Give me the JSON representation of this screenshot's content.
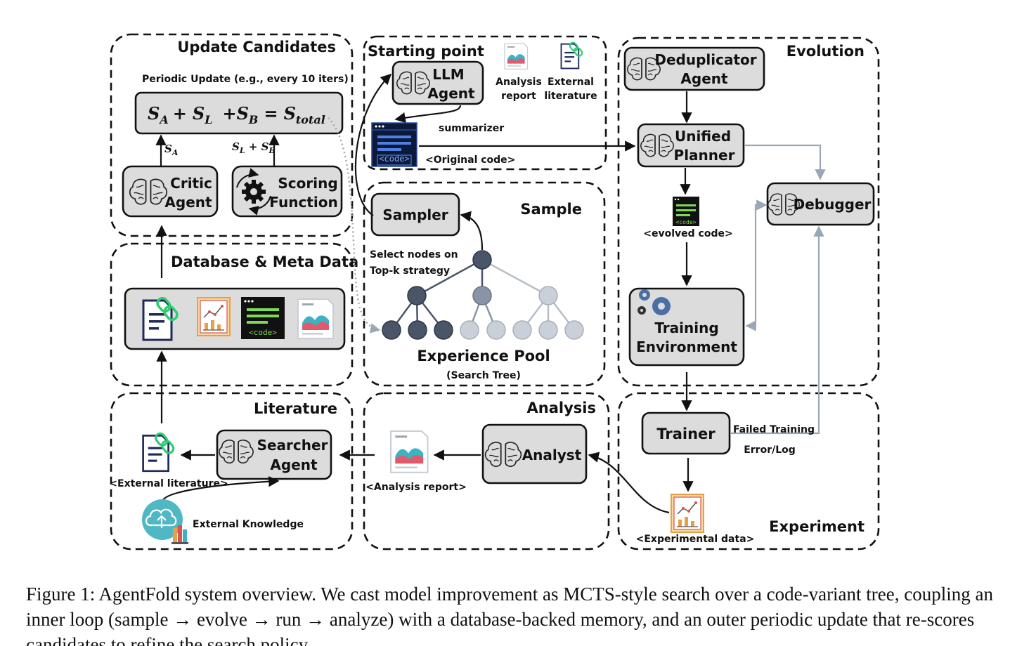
{
  "groups": {
    "update_candidates": "Update Candidates",
    "starting_point": "Starting point",
    "evolution": "Evolution",
    "database": "Database & Meta Data",
    "sample": "Sample",
    "literature": "Literature",
    "analysis": "Analysis",
    "experiment": "Experiment"
  },
  "update": {
    "periodic_note": "Periodic Update (e.g., every 10 iters)",
    "equation": {
      "s": "S",
      "a": "A",
      "l": "L",
      "b": "B",
      "total": "total",
      "plus1": "+",
      "plus2": "+",
      "equals": "="
    },
    "label_sa_s": "S",
    "label_sa_sub": "A",
    "label_slsb": "S",
    "label_slsb_l": "L",
    "label_slsb_plus": " + S",
    "label_slsb_b": "B",
    "critic_l1": "Critic",
    "critic_l2": "Agent",
    "scoring_l1": "Scoring",
    "scoring_l2": "Function"
  },
  "start": {
    "llm_l1": "LLM",
    "llm_l2": "Agent",
    "analysis_l1": "Analysis",
    "analysis_l2": "report",
    "external_l1": "External",
    "external_l2": "literature",
    "summarizer": "summarizer",
    "original_code": "<Original code>",
    "code_tag": "<code>"
  },
  "evolution": {
    "dedup_l1": "Deduplicator",
    "dedup_l2": "Agent",
    "planner_l1": "Unified",
    "planner_l2": "Planner",
    "debugger": "Debugger",
    "evolved_code": "<evolved code>",
    "code_tag": "<code>",
    "training_l1": "Training",
    "training_l2": "Environment"
  },
  "database": {
    "code_tag": "<code>"
  },
  "sample": {
    "sampler": "Sampler",
    "select_l1": "Select nodes on",
    "select_l2": "Top-k strategy",
    "pool": "Experience Pool",
    "search_tree": "(Search Tree)"
  },
  "literature": {
    "searcher_l1": "Searcher",
    "searcher_l2": "Agent",
    "external_literature": "<External literature>",
    "external_knowledge": "External Knowledge"
  },
  "analysis": {
    "analyst": "Analyst",
    "report": "<Analysis report>"
  },
  "experiment": {
    "trainer": "Trainer",
    "failed_l1": "Failed Training",
    "failed_l2": "Error/Log",
    "data": "<Experimental data>"
  },
  "colors": {
    "node_fill": "#dcdcdc",
    "code_bg": "#0b1a3a",
    "code_line": "#4f7fe0",
    "code_green": "#7ed957",
    "tree_dark": "#4a5568",
    "tree_mid": "#8a94a6",
    "tree_light": "#c9d0d8",
    "link_green": "#2ecc71",
    "doc_navy": "#1f2a5a",
    "report_red": "#e05a6b",
    "report_teal": "#3bb3c3",
    "chart_orange": "#e8a046",
    "cloud_teal": "#4fb8c4"
  },
  "icons": [
    "brain-icon",
    "gear-cycle-icon",
    "code-window-icon",
    "document-link-icon",
    "chart-report-icon",
    "analysis-report-icon",
    "cloud-upload-icon",
    "gears-icon",
    "books-icon"
  ],
  "caption": "Figure 1: AgentFold system overview. We cast model improvement as MCTS-style search over a code-variant tree, coupling an inner loop (sample → evolve → run → analyze) with a database-backed memory, and an outer periodic update that re-scores candidates to refine the search policy."
}
